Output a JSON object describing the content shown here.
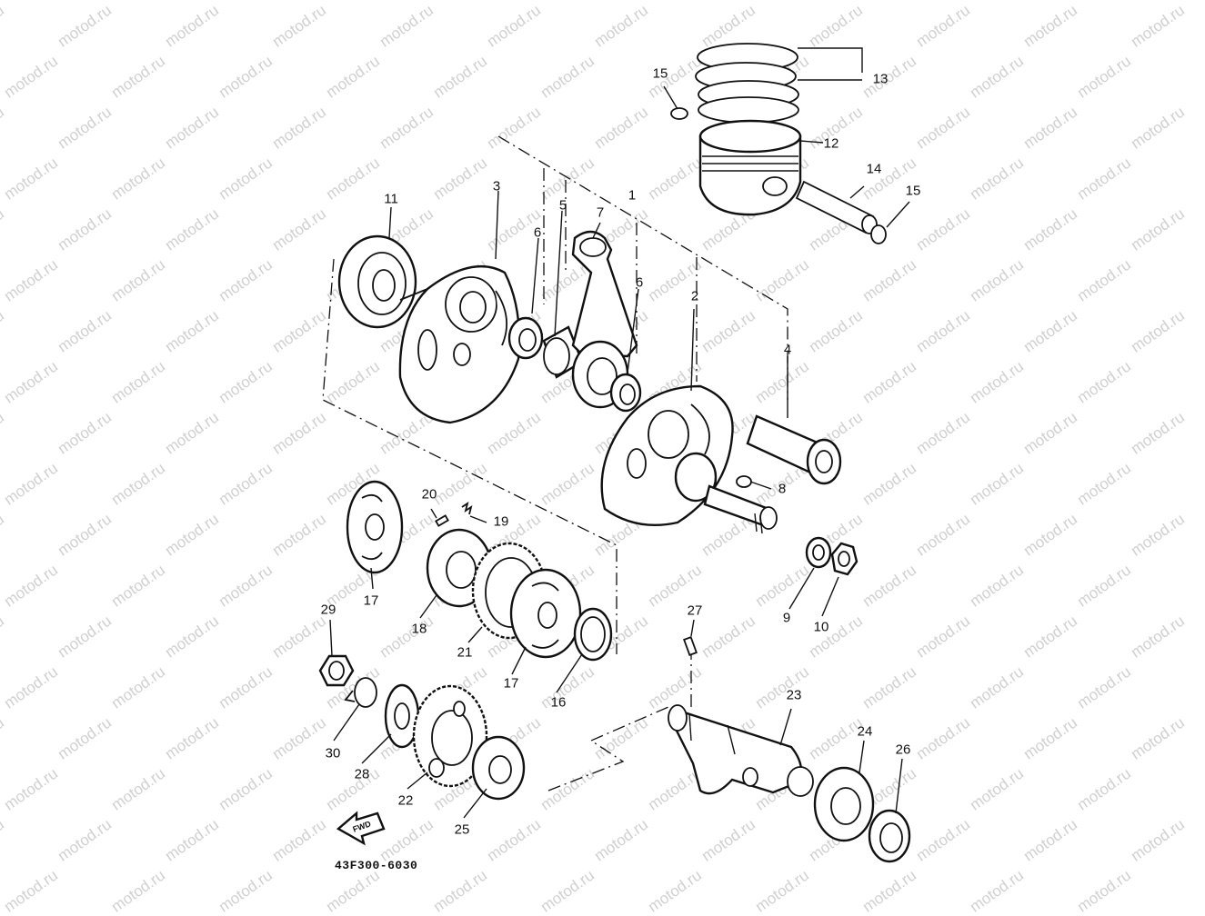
{
  "watermark": "motod.ru",
  "diagram_code": "43F300-6030",
  "direction_arrow_label": "FWD",
  "part_numbers": [
    "1",
    "2",
    "3",
    "4",
    "5",
    "6",
    "6",
    "7",
    "8",
    "9",
    "10",
    "11",
    "12",
    "13",
    "14",
    "15",
    "15",
    "16",
    "17",
    "17",
    "18",
    "19",
    "20",
    "21",
    "22",
    "23",
    "24",
    "25",
    "26",
    "27",
    "28",
    "29",
    "30"
  ]
}
